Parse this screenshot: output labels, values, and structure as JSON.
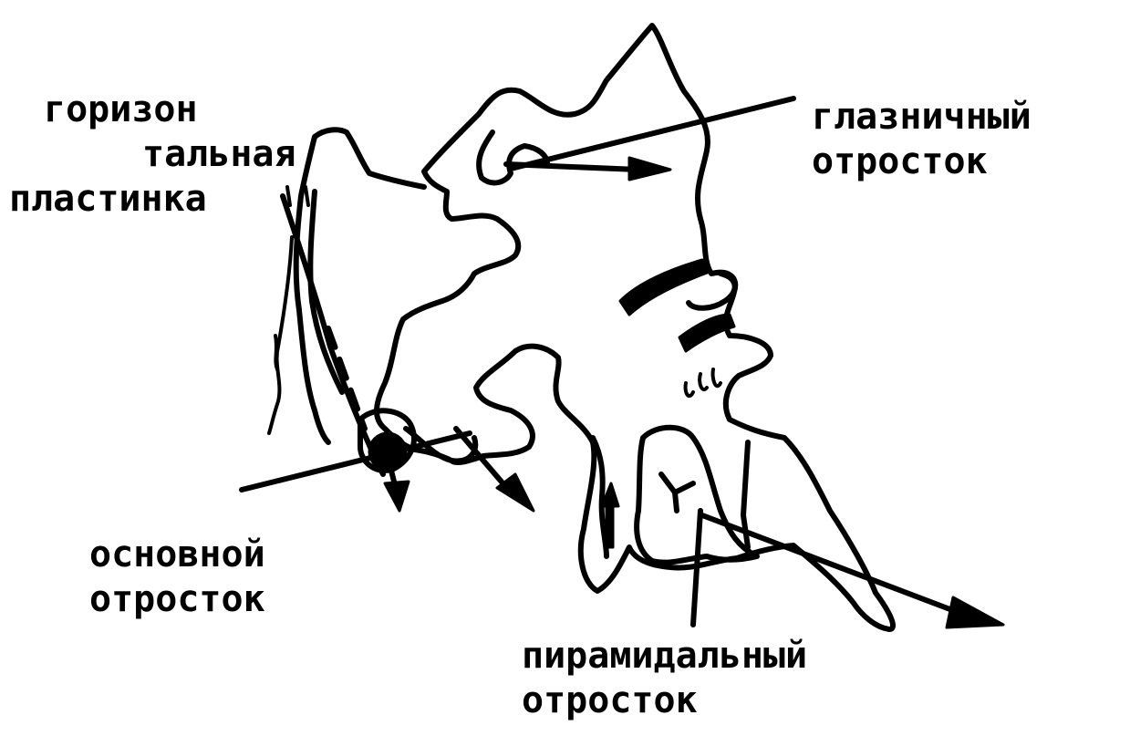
{
  "labels": {
    "horizontal_plate": [
      "горизон",
      "тальная",
      "пластинка"
    ],
    "orbital_process": [
      "глазничный",
      "отросток"
    ],
    "sphenoidal_process": [
      "основной",
      "отросток"
    ],
    "pyramidal_process": [
      "пирамидальный",
      "отросток"
    ]
  },
  "colors": {
    "ink": "#000000",
    "background": "#ffffff"
  }
}
